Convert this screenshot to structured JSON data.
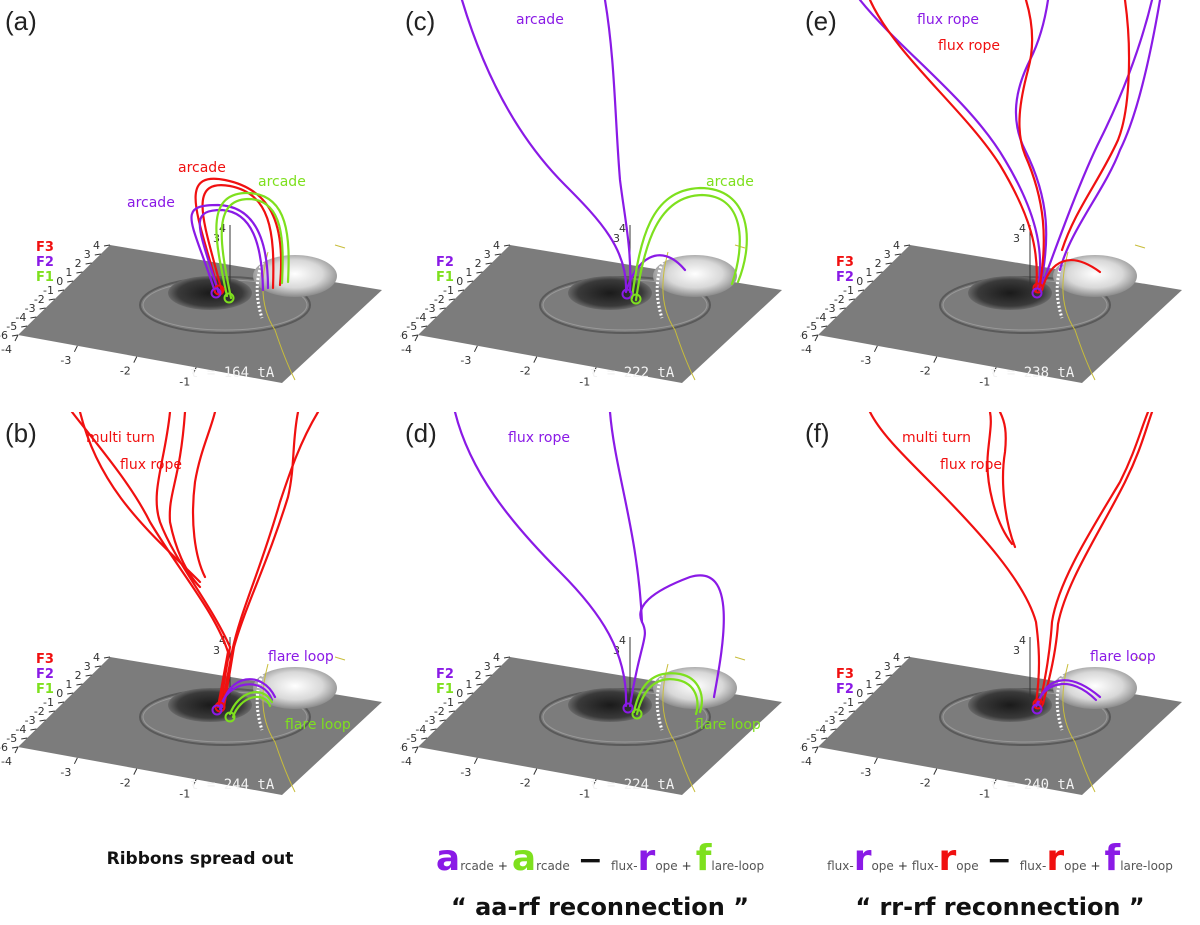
{
  "colors": {
    "red": "#f01010",
    "purple": "#8a1ae6",
    "green": "#7ee01e",
    "plane": "#7c7c7c",
    "ring": "#555555"
  },
  "ticks": {
    "y_axis": [
      "-6",
      "-5",
      "-4",
      "-3",
      "-2",
      "-1",
      "0",
      "1",
      "2",
      "3",
      "4"
    ],
    "x_axis": [
      "-4",
      "-3",
      "-2",
      "-1"
    ],
    "z_axis": [
      "3",
      "4"
    ]
  },
  "panels": [
    {
      "label": "(a)",
      "time": "t = 164 tA",
      "legend": [
        {
          "text": "F3",
          "color": "red"
        },
        {
          "text": "F2",
          "color": "purple"
        },
        {
          "text": "F1",
          "color": "green"
        }
      ],
      "labels": [
        {
          "text": "arcade",
          "color": "red"
        },
        {
          "text": "arcade",
          "color": "purple"
        },
        {
          "text": "arcade",
          "color": "green"
        }
      ]
    },
    {
      "label": "(b)",
      "time": "t = 244 tA",
      "legend": [
        {
          "text": "F3",
          "color": "red"
        },
        {
          "text": "F2",
          "color": "purple"
        },
        {
          "text": "F1",
          "color": "green"
        }
      ],
      "labels": [
        {
          "text": "multi turn",
          "color": "red"
        },
        {
          "text": "flux rope",
          "color": "red"
        },
        {
          "text": "flare loop",
          "color": "purple"
        },
        {
          "text": "flare loop",
          "color": "green"
        }
      ]
    },
    {
      "label": "(c)",
      "time": "t = 222 tA",
      "legend": [
        {
          "text": "F2",
          "color": "purple"
        },
        {
          "text": "F1",
          "color": "green"
        }
      ],
      "labels": [
        {
          "text": "arcade",
          "color": "purple"
        },
        {
          "text": "arcade",
          "color": "green"
        }
      ]
    },
    {
      "label": "(d)",
      "time": "t = 224 tA",
      "legend": [
        {
          "text": "F2",
          "color": "purple"
        },
        {
          "text": "F1",
          "color": "green"
        }
      ],
      "labels": [
        {
          "text": "flux rope",
          "color": "purple"
        },
        {
          "text": "flare loop",
          "color": "green"
        }
      ]
    },
    {
      "label": "(e)",
      "time": "t = 238 tA",
      "legend": [
        {
          "text": "F3",
          "color": "red"
        },
        {
          "text": "F2",
          "color": "purple"
        }
      ],
      "labels": [
        {
          "text": "flux rope",
          "color": "purple"
        },
        {
          "text": "flux rope",
          "color": "red"
        }
      ]
    },
    {
      "label": "(f)",
      "time": "t = 240 tA",
      "legend": [
        {
          "text": "F3",
          "color": "red"
        },
        {
          "text": "F2",
          "color": "purple"
        }
      ],
      "labels": [
        {
          "text": "multi turn",
          "color": "red"
        },
        {
          "text": "flux rope",
          "color": "red"
        },
        {
          "text": "flare loop",
          "color": "purple"
        }
      ]
    }
  ],
  "captions": {
    "left": "Ribbons spread out",
    "middle_formula": [
      {
        "big": "a",
        "small": "rcade",
        "color": "purple"
      },
      {
        "op": "+"
      },
      {
        "big": "a",
        "small": "rcade",
        "color": "green"
      },
      {
        "minus": "−"
      },
      {
        "pre": "flux-",
        "big": "r",
        "small": "ope",
        "color": "purple"
      },
      {
        "op": "+"
      },
      {
        "big": "f",
        "small": "lare-loop",
        "color": "green"
      }
    ],
    "right_formula": [
      {
        "pre": "flux-",
        "big": "r",
        "small": "ope",
        "color": "purple"
      },
      {
        "op": "+"
      },
      {
        "pre": "flux-",
        "big": "r",
        "small": "ope",
        "color": "red"
      },
      {
        "minus": "−"
      },
      {
        "pre": "flux-",
        "big": "r",
        "small": "ope",
        "color": "red"
      },
      {
        "op": "+"
      },
      {
        "big": "f",
        "small": "lare-loop",
        "color": "purple"
      }
    ],
    "middle_quote": "“ aa-rf  reconnection ”",
    "right_quote": "“ rr-rf  reconnection ”"
  }
}
